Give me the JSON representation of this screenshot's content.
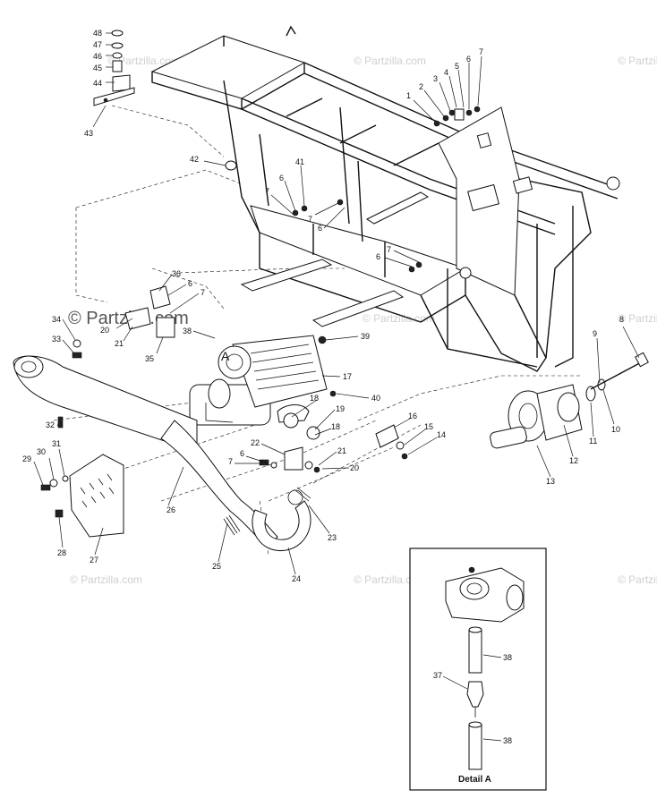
{
  "watermarks": {
    "main": "© Partzilla.com",
    "brand": "© Partzilla.com",
    "top_left": "© Partzilla.com",
    "top_right": "© Partzilla.com",
    "mid_right": "© Partzilla.com",
    "mid_center": "© Partzilla.com",
    "bottom_left": "© Partzilla.com",
    "bottom_center": "© Partzilla.com",
    "bottom_right": "© Partzilla.com"
  },
  "detail": {
    "caption": "Detail A",
    "marker": "A",
    "labels": [
      "38",
      "37",
      "38"
    ]
  },
  "callouts": [
    "48",
    "47",
    "46",
    "45",
    "44",
    "43",
    "42",
    "1",
    "2",
    "3",
    "4",
    "5",
    "6",
    "7",
    "41",
    "6",
    "7",
    "7",
    "6",
    "6",
    "7",
    "36",
    "6",
    "7",
    "38",
    "34",
    "33",
    "20",
    "21",
    "35",
    "39",
    "17",
    "40",
    "8",
    "9",
    "10",
    "11",
    "12",
    "13",
    "16",
    "15",
    "14",
    "32",
    "30",
    "31",
    "29",
    "22",
    "6",
    "7",
    "18",
    "19",
    "18",
    "21",
    "20",
    "26",
    "27",
    "28",
    "25",
    "24",
    "23"
  ]
}
